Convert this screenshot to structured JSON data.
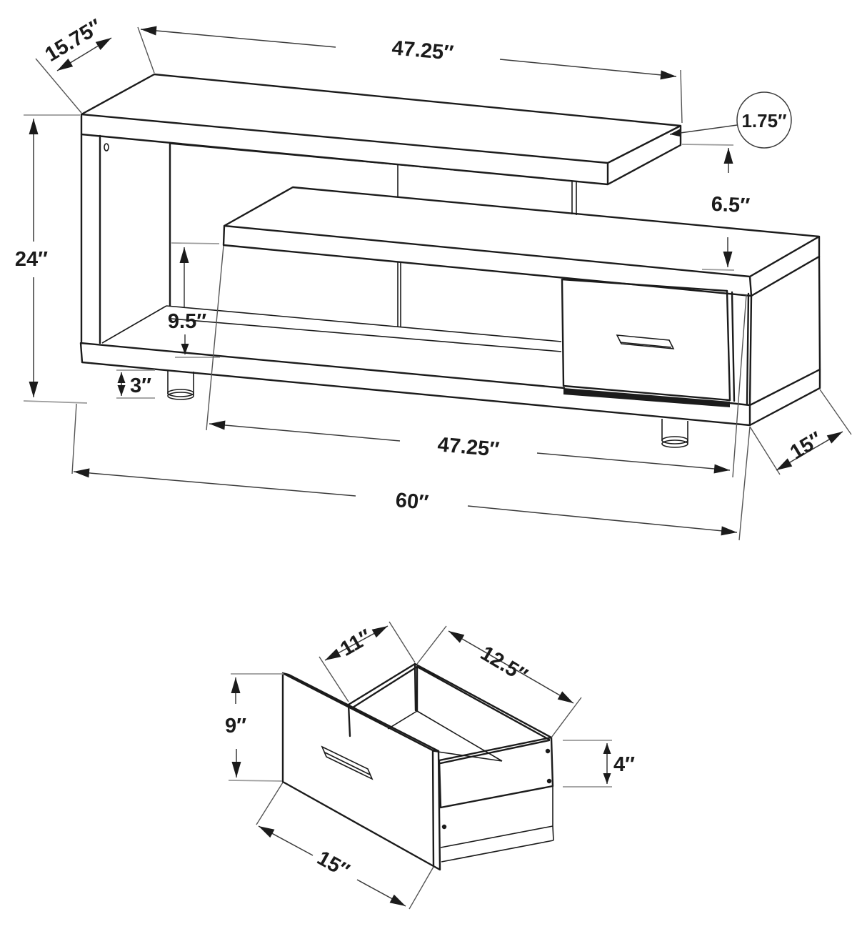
{
  "page": {
    "background": "#ffffff",
    "line_color": "#1b1b1b",
    "dimension_color": "#3a3a3a"
  },
  "tv_stand": {
    "view_name": "tv-stand-dimension-view",
    "labels": {
      "shelf_depth": "15.75″",
      "top_width": "47.25″",
      "top_thickness": "1.75″",
      "shelf_gap": "6.5″",
      "overall_height": "24″",
      "opening_height": "9.5″",
      "leg_height": "3″",
      "cabinet_width": "47.25″",
      "cabinet_depth": "15″",
      "overall_width": "60″"
    }
  },
  "drawer": {
    "view_name": "drawer-detail-view",
    "labels": {
      "inner_depth": "11″",
      "inner_width": "12.5″",
      "front_height": "9″",
      "side_height": "4″",
      "front_width": "15″"
    }
  }
}
